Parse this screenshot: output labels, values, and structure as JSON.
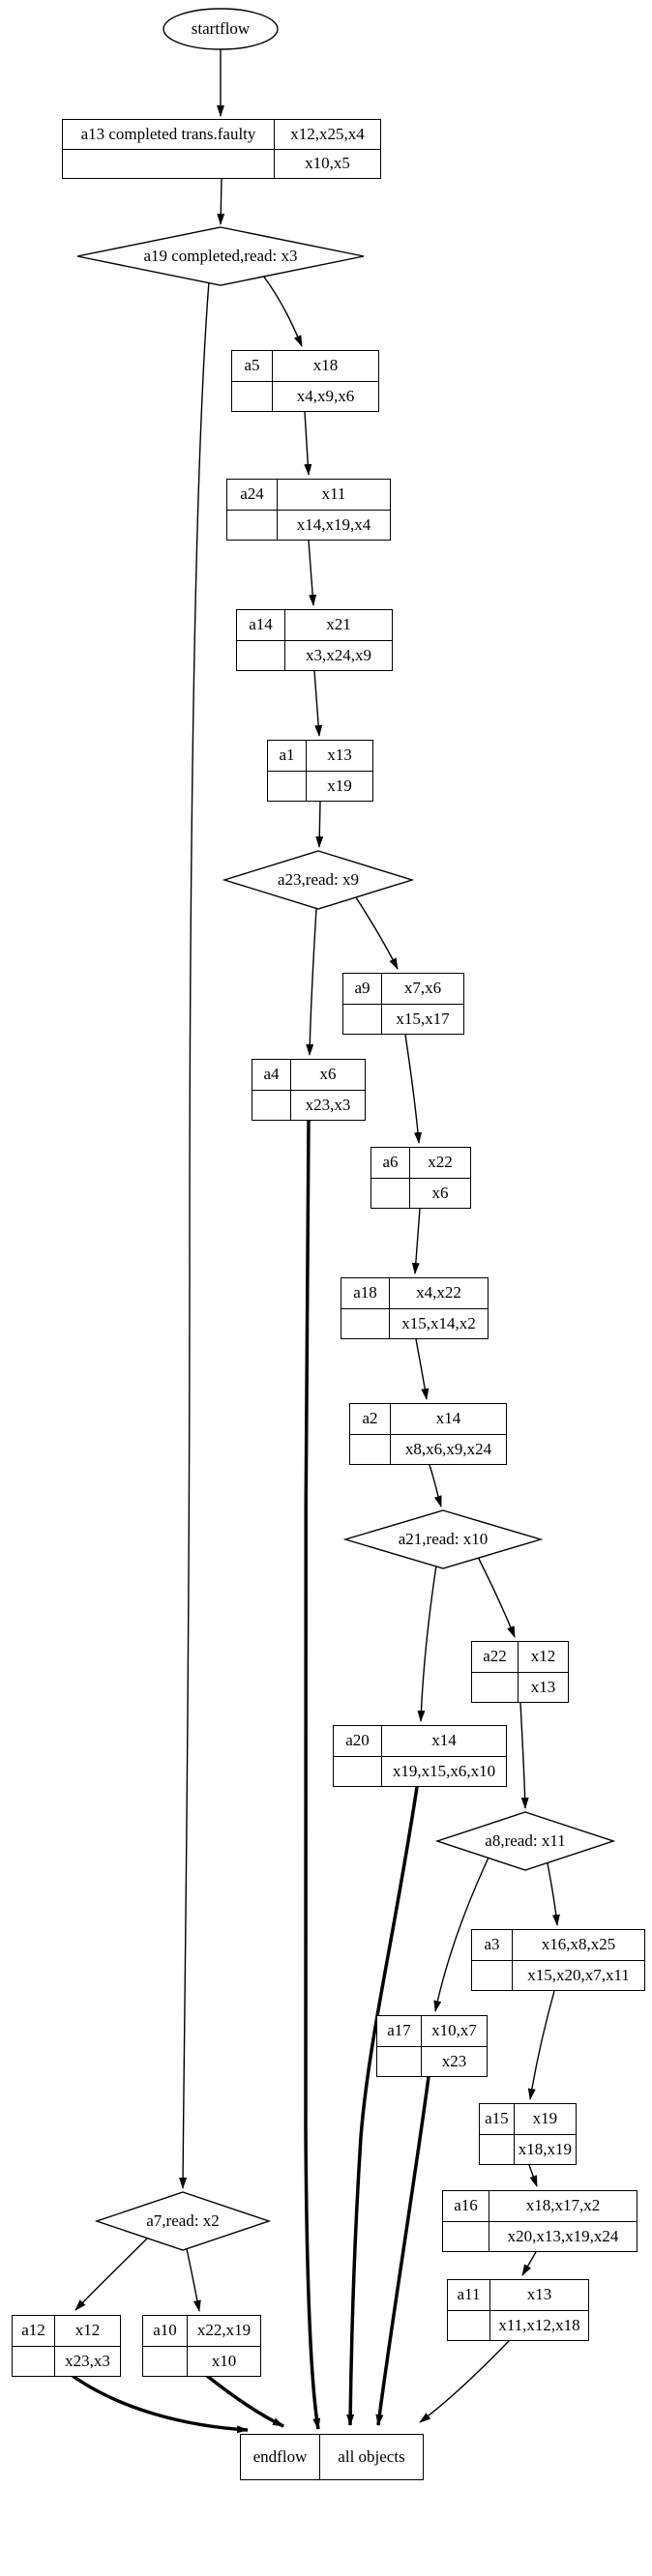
{
  "start": {
    "label": "startflow"
  },
  "end": {
    "name": "endflow",
    "objects": "all objects"
  },
  "decisions": {
    "a19": {
      "label": "a19 completed,read: x3"
    },
    "a23": {
      "label": "a23,read: x9"
    },
    "a21": {
      "label": "a21,read: x10"
    },
    "a8": {
      "label": "a8,read: x11"
    },
    "a7": {
      "label": "a7,read: x2"
    }
  },
  "actions": {
    "a13": {
      "name": "a13 completed trans.faulty",
      "top": "x12,x25,x4",
      "bottom": "x10,x5"
    },
    "a5": {
      "name": "a5",
      "top": "x18",
      "bottom": "x4,x9,x6"
    },
    "a24": {
      "name": "a24",
      "top": "x11",
      "bottom": "x14,x19,x4"
    },
    "a14": {
      "name": "a14",
      "top": "x21",
      "bottom": "x3,x24,x9"
    },
    "a1": {
      "name": "a1",
      "top": "x13",
      "bottom": "x19"
    },
    "a9": {
      "name": "a9",
      "top": "x7,x6",
      "bottom": "x15,x17"
    },
    "a4": {
      "name": "a4",
      "top": "x6",
      "bottom": "x23,x3"
    },
    "a6": {
      "name": "a6",
      "top": "x22",
      "bottom": "x6"
    },
    "a18": {
      "name": "a18",
      "top": "x4,x22",
      "bottom": "x15,x14,x2"
    },
    "a2": {
      "name": "a2",
      "top": "x14",
      "bottom": "x8,x6,x9,x24"
    },
    "a22": {
      "name": "a22",
      "top": "x12",
      "bottom": "x13"
    },
    "a20": {
      "name": "a20",
      "top": "x14",
      "bottom": "x19,x15,x6,x10"
    },
    "a3": {
      "name": "a3",
      "top": "x16,x8,x25",
      "bottom": "x15,x20,x7,x11"
    },
    "a17": {
      "name": "a17",
      "top": "x10,x7",
      "bottom": "x23"
    },
    "a15": {
      "name": "a15",
      "top": "x19",
      "bottom": "x18,x19"
    },
    "a16": {
      "name": "a16",
      "top": "x18,x17,x2",
      "bottom": "x20,x13,x19,x24"
    },
    "a11": {
      "name": "a11",
      "top": "x13",
      "bottom": "x11,x12,x18"
    },
    "a12": {
      "name": "a12",
      "top": "x12",
      "bottom": "x23,x3"
    },
    "a10": {
      "name": "a10",
      "top": "x22,x19",
      "bottom": "x10"
    }
  },
  "edges": [
    {
      "from": "startflow",
      "to": "a13",
      "bold": false
    },
    {
      "from": "a13",
      "to": "a19",
      "bold": false
    },
    {
      "from": "a19",
      "to": "a5",
      "bold": false
    },
    {
      "from": "a19",
      "to": "a7",
      "bold": false
    },
    {
      "from": "a5",
      "to": "a24",
      "bold": false
    },
    {
      "from": "a24",
      "to": "a14",
      "bold": false
    },
    {
      "from": "a14",
      "to": "a1",
      "bold": false
    },
    {
      "from": "a1",
      "to": "a23",
      "bold": false
    },
    {
      "from": "a23",
      "to": "a9",
      "bold": false
    },
    {
      "from": "a23",
      "to": "a4",
      "bold": false
    },
    {
      "from": "a9",
      "to": "a6",
      "bold": false
    },
    {
      "from": "a6",
      "to": "a18",
      "bold": false
    },
    {
      "from": "a18",
      "to": "a2",
      "bold": false
    },
    {
      "from": "a2",
      "to": "a21",
      "bold": false
    },
    {
      "from": "a21",
      "to": "a22",
      "bold": false
    },
    {
      "from": "a21",
      "to": "a20",
      "bold": false
    },
    {
      "from": "a22",
      "to": "a8",
      "bold": false
    },
    {
      "from": "a8",
      "to": "a3",
      "bold": false
    },
    {
      "from": "a8",
      "to": "a17",
      "bold": false
    },
    {
      "from": "a3",
      "to": "a15",
      "bold": false
    },
    {
      "from": "a15",
      "to": "a16",
      "bold": false
    },
    {
      "from": "a16",
      "to": "a11",
      "bold": false
    },
    {
      "from": "a7",
      "to": "a12",
      "bold": false
    },
    {
      "from": "a7",
      "to": "a10",
      "bold": false
    },
    {
      "from": "a4",
      "to": "endflow",
      "bold": true
    },
    {
      "from": "a20",
      "to": "endflow",
      "bold": true
    },
    {
      "from": "a17",
      "to": "endflow",
      "bold": true
    },
    {
      "from": "a12",
      "to": "endflow",
      "bold": true
    },
    {
      "from": "a10",
      "to": "endflow",
      "bold": true
    },
    {
      "from": "a11",
      "to": "endflow",
      "bold": false
    }
  ]
}
